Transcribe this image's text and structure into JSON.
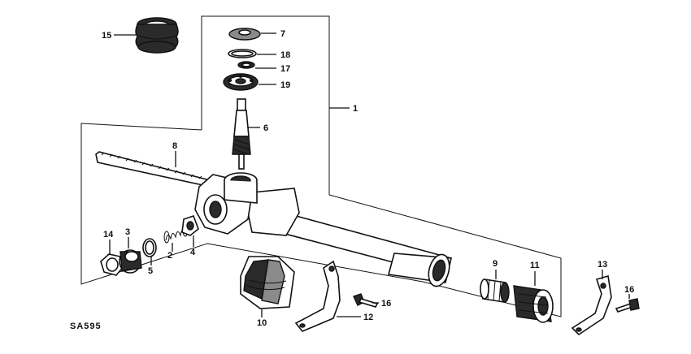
{
  "diagram_code": "SA595",
  "callouts": {
    "c1": "1",
    "c2": "2",
    "c3": "3",
    "c4": "4",
    "c5": "5",
    "c6": "6",
    "c7": "7",
    "c8": "8",
    "c9": "9",
    "c10": "10",
    "c11": "11",
    "c12": "12",
    "c13": "13",
    "c14": "14",
    "c15": "15",
    "c16a": "16",
    "c16b": "16",
    "c17": "17",
    "c18": "18",
    "c19": "19"
  }
}
